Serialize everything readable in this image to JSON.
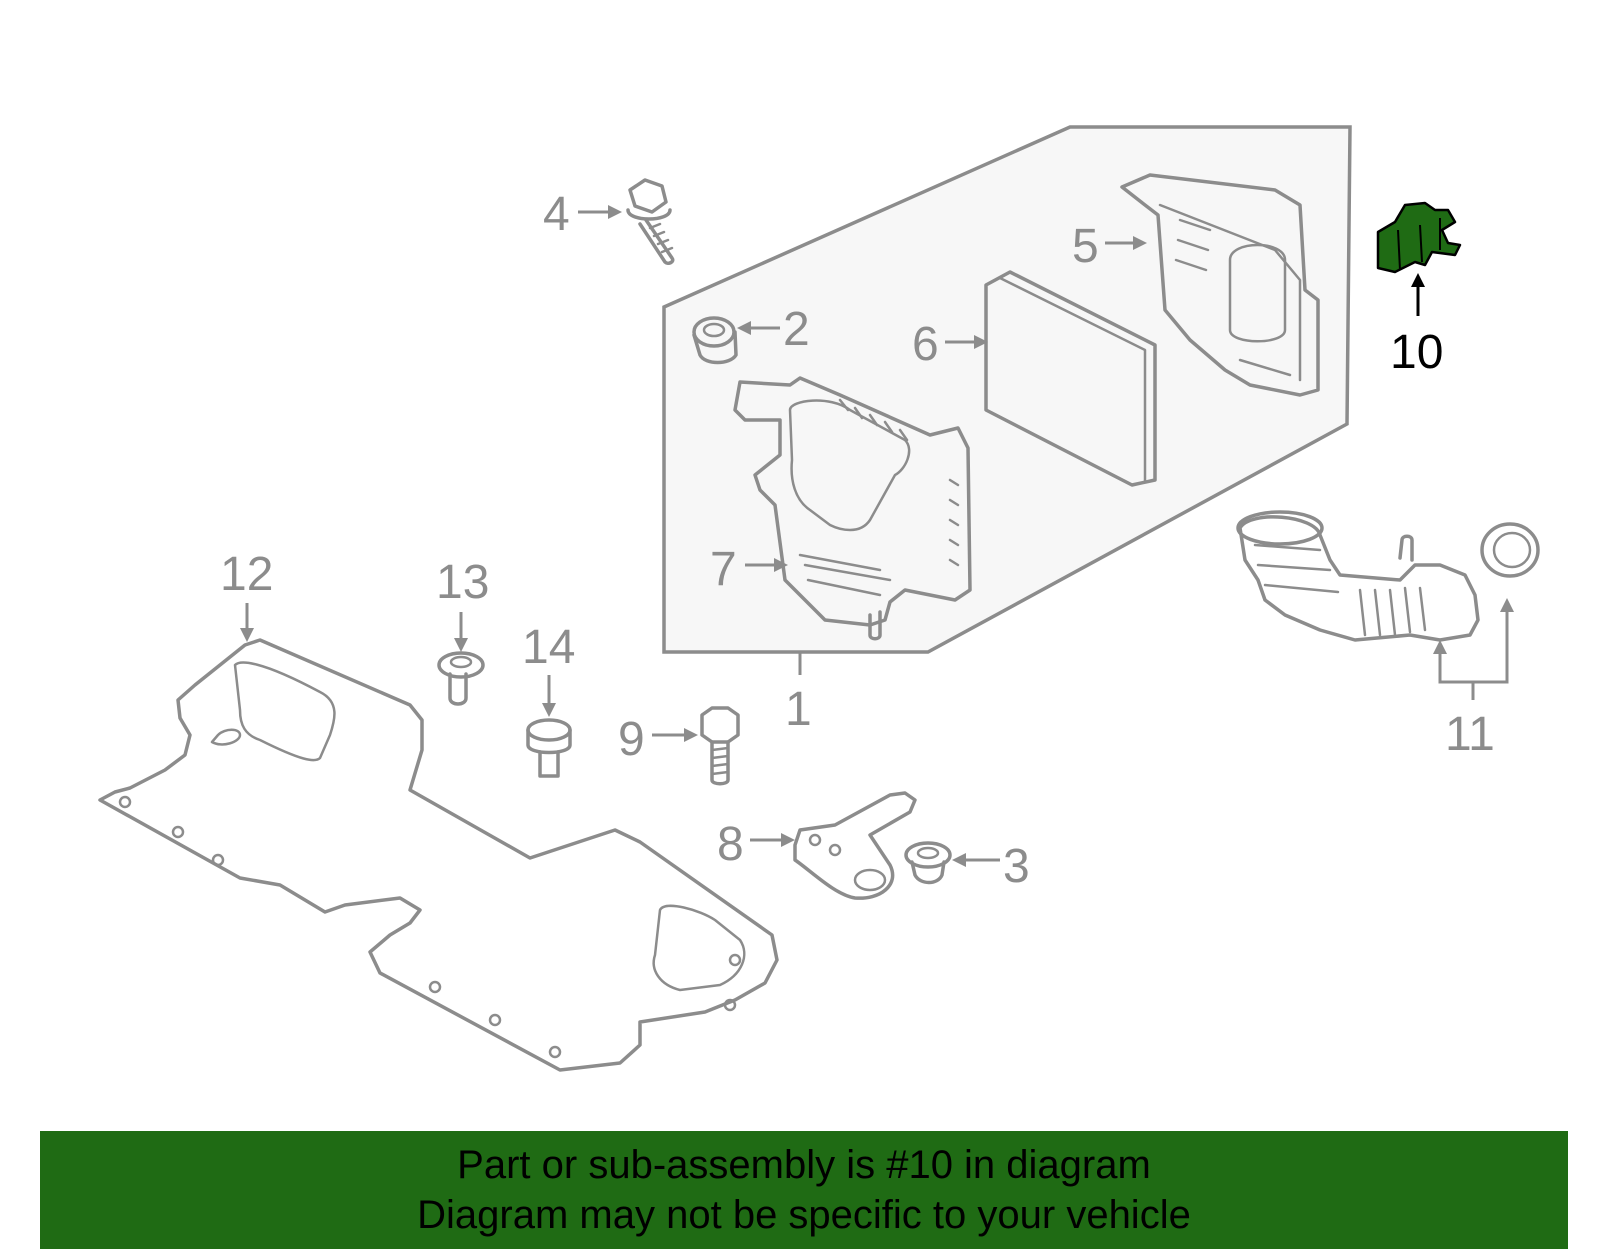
{
  "callouts": {
    "c1": "1",
    "c2": "2",
    "c3": "3",
    "c4": "4",
    "c5": "5",
    "c6": "6",
    "c7": "7",
    "c8": "8",
    "c9": "9",
    "c10": "10",
    "c11": "11",
    "c12": "12",
    "c13": "13",
    "c14": "14"
  },
  "highlight_color": "#1f6b14",
  "banner": {
    "line1": "Part or sub-assembly is #10 in diagram",
    "line2": "Diagram may not be specific to your vehicle"
  }
}
